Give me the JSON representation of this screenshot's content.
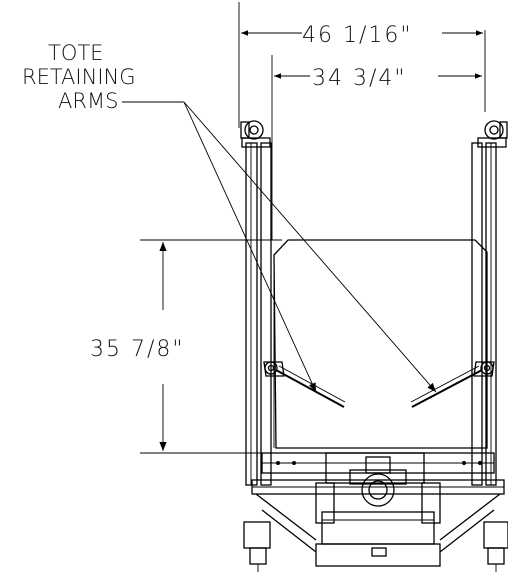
{
  "dimensions": {
    "overall_width": "46 1/16\"",
    "inner_width": "34 3/4\"",
    "height": "35 7/8\""
  },
  "callout": {
    "line1": "TOTE",
    "line2": "RETAINING",
    "line3": "ARMS"
  },
  "colors": {
    "line": "#000000",
    "background": "#ffffff"
  }
}
